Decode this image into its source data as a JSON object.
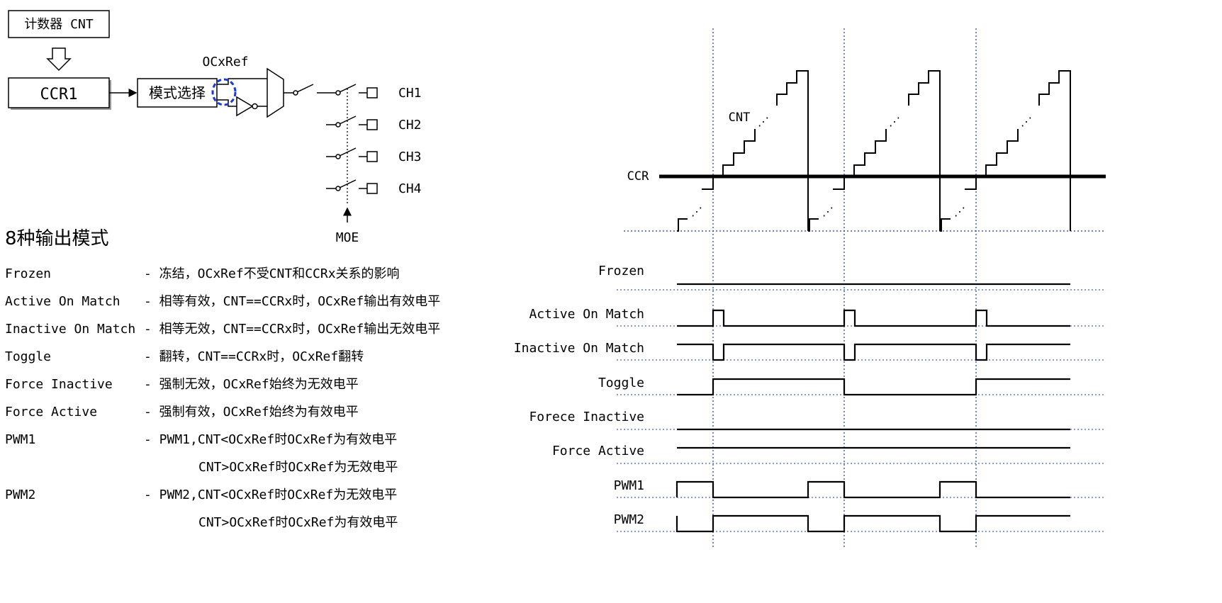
{
  "block_diagram": {
    "counter_label": "计数器 CNT",
    "ccr_label": "CCR1",
    "mode_select_label": "模式选择",
    "ocxref_label": "OCxRef",
    "moe_label": "MOE",
    "channels": [
      "CH1",
      "CH2",
      "CH3",
      "CH4"
    ]
  },
  "modes_section": {
    "heading": "8种输出模式",
    "modes": [
      {
        "name": "Frozen",
        "desc": "- 冻结，OCxRef不受CNT和CCRx关系的影响"
      },
      {
        "name": "Active On Match",
        "desc": "- 相等有效，CNT==CCRx时，OCxRef输出有效电平"
      },
      {
        "name": "Inactive On Match",
        "desc": "- 相等无效，CNT==CCRx时，OCxRef输出无效电平"
      },
      {
        "name": "Toggle",
        "desc": "- 翻转，CNT==CCRx时，OCxRef翻转"
      },
      {
        "name": "Force Inactive",
        "desc": "- 强制无效，OCxRef始终为无效电平"
      },
      {
        "name": "Force Active",
        "desc": "- 强制有效，OCxRef始终为有效电平"
      },
      {
        "name": "PWM1",
        "desc": "- PWM1,CNT<OCxRef时OCxRef为有效电平",
        "desc2": "CNT>OCxRef时OCxRef为无效电平"
      },
      {
        "name": "PWM2",
        "desc": "- PWM2,CNT<OCxRef时OCxRef为无效电平",
        "desc2": "CNT>OCxRef时OCxRef为有效电平"
      }
    ]
  },
  "timing_diagram": {
    "cnt_label": "CNT",
    "ccr_label": "CCR",
    "ellipsis": "⋰",
    "signals": [
      {
        "name": "Frozen",
        "kind": "frozen"
      },
      {
        "name": "Active On Match",
        "kind": "active_match"
      },
      {
        "name": "Inactive On Match",
        "kind": "inactive_match"
      },
      {
        "name": "Toggle",
        "kind": "toggle"
      },
      {
        "name": "Forece Inactive",
        "kind": "low"
      },
      {
        "name": "Force Active",
        "kind": "high"
      },
      {
        "name": "PWM1",
        "kind": "pwm1"
      },
      {
        "name": "PWM2",
        "kind": "pwm2"
      }
    ]
  }
}
